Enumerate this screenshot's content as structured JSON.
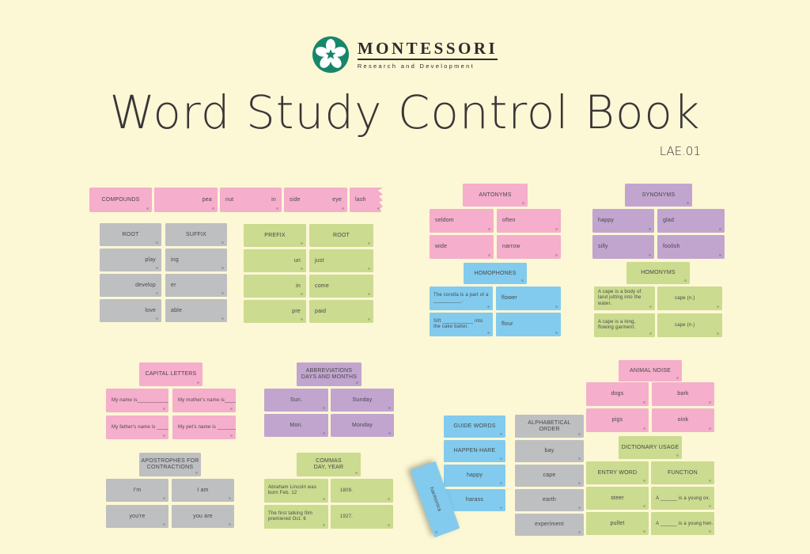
{
  "page": {
    "background": "#FCF7D5"
  },
  "header": {
    "logo_brand": "MONTESSORI",
    "logo_tagline": "Research and Development",
    "title": "Word Study Control Book",
    "code": "LAE.01"
  },
  "colors": {
    "pink": "#F5AECB",
    "gray": "#BEBFC1",
    "green": "#CBDB8F",
    "purple": "#C1A5CF",
    "blue": "#82CBEE",
    "logo_green": "#17866B",
    "background": "#FCF7D5"
  },
  "clusters": {
    "compounds": {
      "title": "COMPOUNDS",
      "card2_right": "pea",
      "card3_left": "nut",
      "card3_right": "in",
      "card4_left": "side",
      "card4_right": "eye",
      "card5_left": "lash"
    },
    "root_suffix": {
      "col1": "ROOT",
      "col2": "SUFFIX",
      "rows": [
        [
          "play",
          "ing"
        ],
        [
          "develop",
          "er"
        ],
        [
          "love",
          "able"
        ]
      ]
    },
    "prefix_root": {
      "col1": "PREFIX",
      "col2": "ROOT",
      "rows": [
        [
          "un",
          "just"
        ],
        [
          "in",
          "come"
        ],
        [
          "pre",
          "paid"
        ]
      ]
    },
    "antonyms": {
      "title": "ANTONYMS",
      "rows": [
        [
          "seldom",
          "often"
        ],
        [
          "wide",
          "narrow"
        ]
      ]
    },
    "synonyms": {
      "title": "SYNONYMS",
      "rows": [
        [
          "happy",
          "glad"
        ],
        [
          "silly",
          "foolish"
        ]
      ]
    },
    "homophones": {
      "title": "HOMOPHONES",
      "rows": [
        [
          "The corolla is a part of a __________.",
          "flower"
        ],
        [
          "Sift ___________ into the cake batter.",
          "flour"
        ]
      ]
    },
    "homonyms": {
      "title": "HOMONYMS",
      "rows": [
        [
          "A cape is a body of land jutting into the water.",
          "cape (n.)"
        ],
        [
          "A cape is a long, flowing garment.",
          "cape (n.)"
        ]
      ]
    },
    "capital_letters": {
      "title": "CAPITAL LETTERS",
      "rows": [
        [
          "My name is_____________.",
          "My mother's name is______."
        ],
        [
          "My father's name is ______.",
          "My pet's name is ________."
        ]
      ]
    },
    "abbreviations": {
      "title_line1": "ABBREVIATIONS",
      "title_line2": "DAYS AND MONTHS",
      "rows": [
        [
          "Sun.",
          "Sunday"
        ],
        [
          "Mon.",
          "Monday"
        ]
      ]
    },
    "apostrophes": {
      "title_line1": "APOSTROPHES FOR",
      "title_line2": "CONTRACTIONS",
      "rows": [
        [
          "I'm",
          "I am"
        ],
        [
          "you're",
          "you are"
        ]
      ]
    },
    "commas": {
      "title_line1": "COMMAS",
      "title_line2": "DAY, YEAR",
      "rows": [
        [
          "Abraham Lincoln was born Feb. 12",
          "1809."
        ],
        [
          "The first talking film premiered Oct. 6",
          "1927."
        ]
      ]
    },
    "animal_noise": {
      "title": "ANIMAL NOISE",
      "rows": [
        [
          "dogs",
          "bark"
        ],
        [
          "pigs",
          "oink"
        ]
      ]
    },
    "guide_words": {
      "cards": [
        "GUIDE WORDS",
        "HAPPEN-HARE",
        "happy",
        "harass"
      ],
      "tilted_card": "harmonica"
    },
    "alphabetical_order": {
      "title_line1": "ALPHABETICAL",
      "title_line2": "ORDER",
      "cards": [
        "bay",
        "cape",
        "earth",
        "experiment"
      ]
    },
    "dictionary_usage": {
      "title": "DICTIONARY USAGE",
      "rows": [
        [
          "ENTRY WORD",
          "FUNCTION"
        ],
        [
          "steer",
          "A ______ is a young ox."
        ],
        [
          "pullet",
          "A ______ is a young hen."
        ]
      ]
    }
  }
}
